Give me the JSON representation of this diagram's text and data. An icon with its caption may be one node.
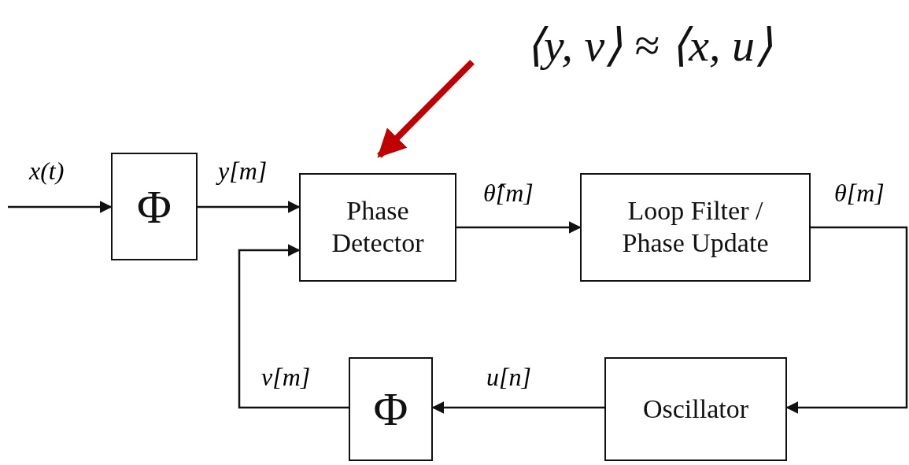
{
  "diagram": {
    "nodes": [
      {
        "text": [
          "Φ"
        ]
      },
      {
        "text": [
          "Phase Detector"
        ]
      },
      {
        "text": [
          "Loop Filter / Phase Update"
        ]
      },
      {
        "text": [
          "Oscillator"
        ]
      },
      {
        "text": [
          "Φ"
        ]
      },
      {
        "text": [
          "⟨y, v⟩ ≈ ⟨x, u⟩"
        ]
      }
    ],
    "edges": [
      {
        "from": null,
        "to": 0,
        "arrow": "to",
        "label": "x(t)"
      },
      {
        "from": 0,
        "to": 1,
        "arrow": "to",
        "label": "y[m]"
      },
      {
        "from": 1,
        "to": 2,
        "arrow": "to",
        "label": "θ̂[m]"
      },
      {
        "from": 2,
        "to": 3,
        "arrow": "to",
        "label": "θ[m]"
      },
      {
        "from": 3,
        "to": 4,
        "arrow": "to",
        "label": "u[n]"
      },
      {
        "from": 4,
        "to": 1,
        "arrow": "to",
        "label": "v[m]"
      },
      {
        "from": 5,
        "to": 1,
        "arrow": "to",
        "style": "thick",
        "color": "#c00000"
      }
    ]
  }
}
